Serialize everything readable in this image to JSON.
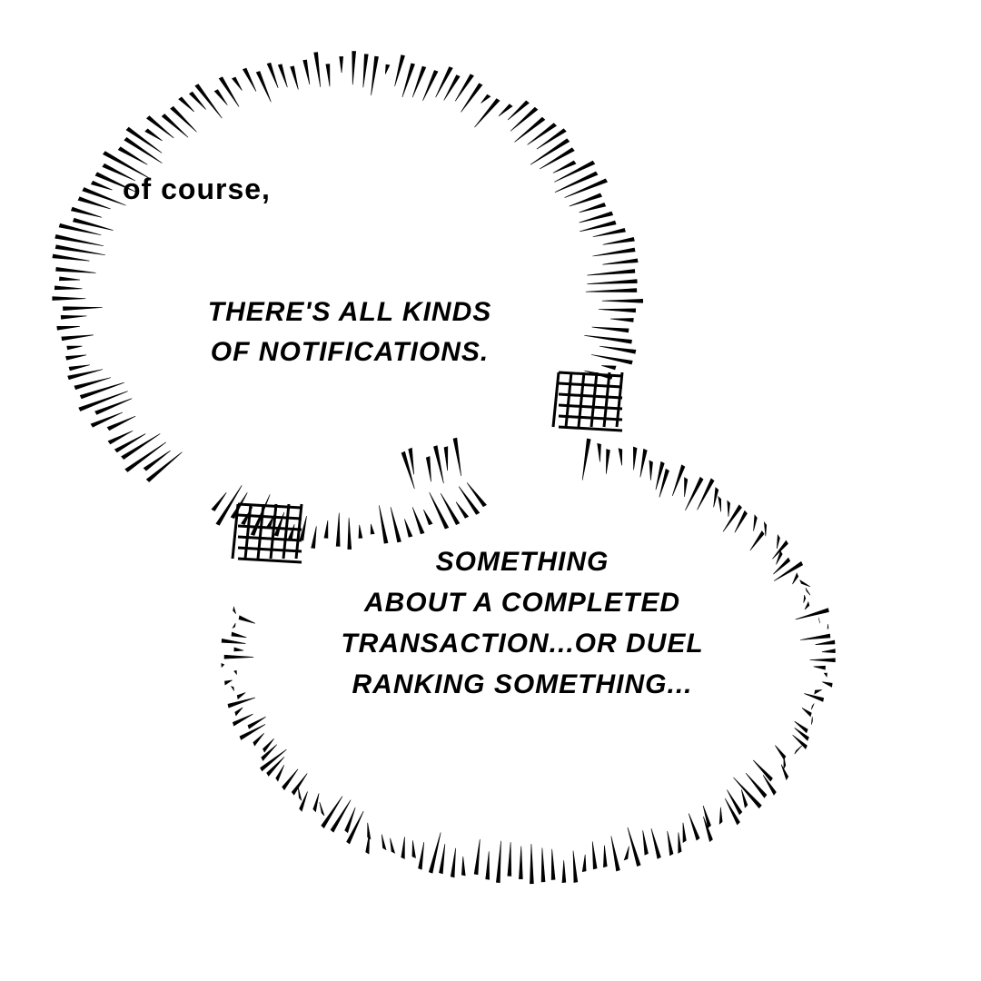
{
  "panel": {
    "caption_small": "of course,",
    "bubble1_lines": [
      "THERE'S ALL KINDS",
      "OF NOTIFICATIONS."
    ],
    "bubble2_lines": [
      "SOMETHING",
      "ABOUT A COMPLETED",
      "TRANSACTION...OR DUEL",
      "RANKING SOMETHING..."
    ]
  }
}
